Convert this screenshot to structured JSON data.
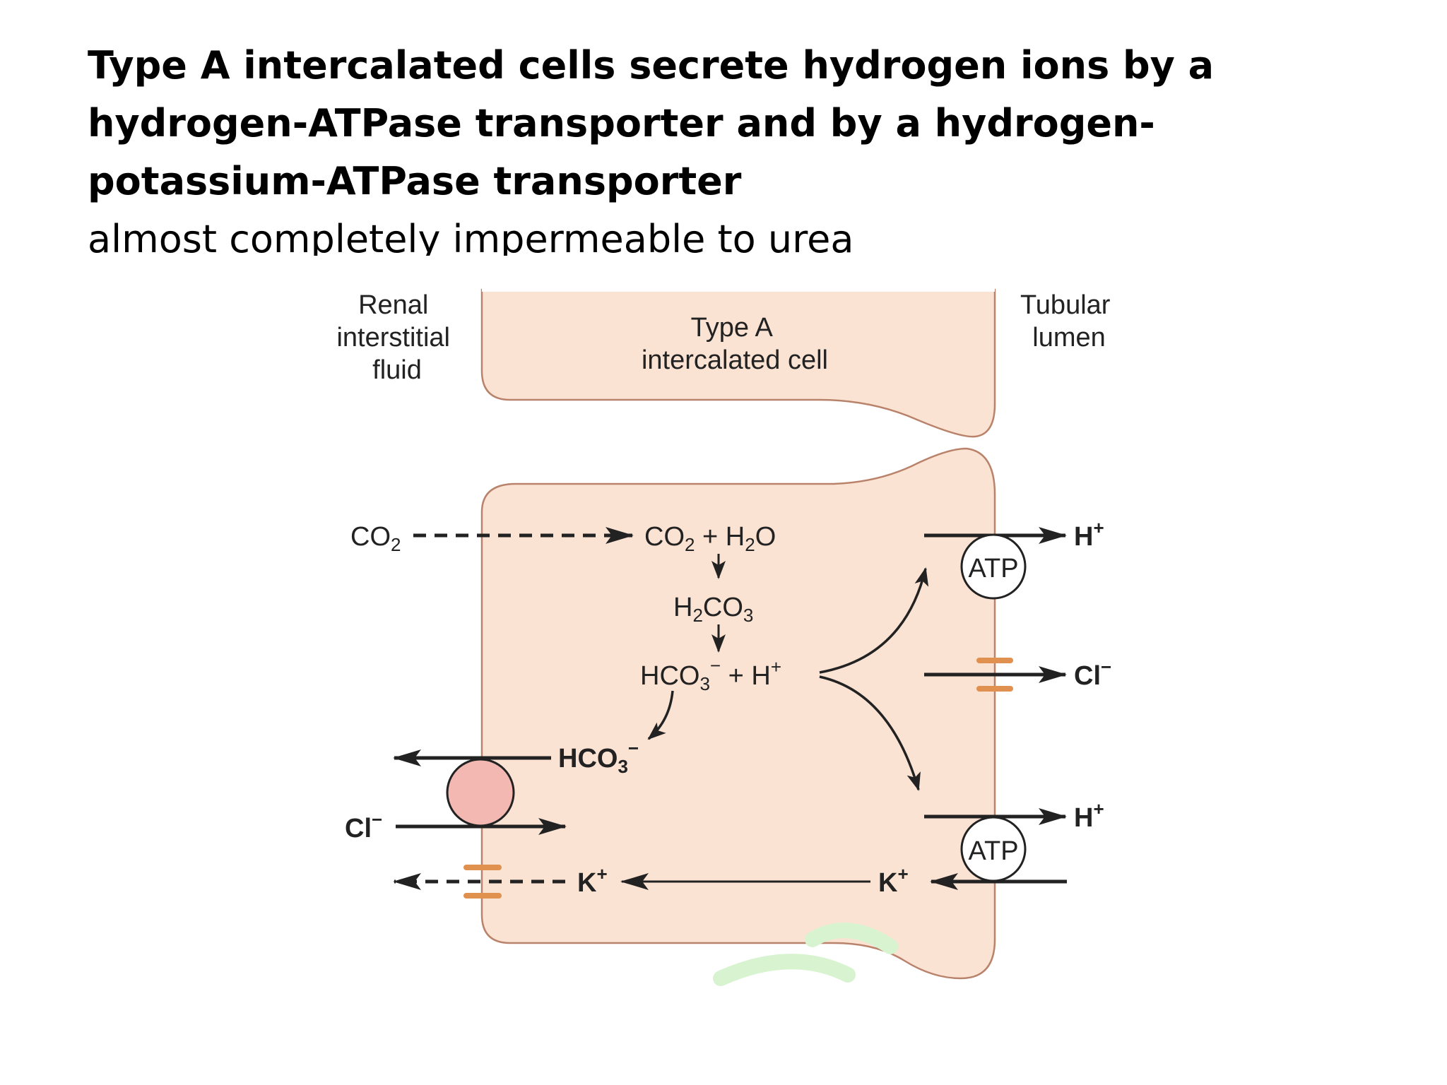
{
  "slide": {
    "title": "Type A intercalated cells secrete hydrogen ions by a hydrogen-ATPase transporter and by a hydrogen-potassium-ATPase transporter",
    "subtitle": "almost completely impermeable to urea"
  },
  "diagram": {
    "region_left": "Renal interstitial fluid",
    "region_left_lines": [
      "Renal",
      "interstitial",
      "fluid"
    ],
    "region_top": "Type A intercalated cell",
    "region_top_lines": [
      "Type A",
      "intercalated cell"
    ],
    "region_right": "Tubular lumen",
    "region_right_lines": [
      "Tubular",
      "lumen"
    ],
    "co2_outside": {
      "base": "CO",
      "sub": "2"
    },
    "reaction_1": {
      "a": "CO",
      "a_sub": "2",
      "plus": " + H",
      "b_sub": "2",
      "b": "O"
    },
    "reaction_2": {
      "a": "H",
      "a_sub": "2",
      "b": "CO",
      "b_sub": "3"
    },
    "reaction_3": {
      "a": "HCO",
      "a_sub": "3",
      "a_sup": "−",
      "plus": " + H",
      "sup": "+"
    },
    "bicarbonate": {
      "base": "HCO",
      "sub": "3",
      "sup": "−"
    },
    "chloride_left": {
      "base": "Cl",
      "sup": "−"
    },
    "potassium_inner": {
      "base": "K",
      "sup": "+"
    },
    "potassium_lumen": {
      "base": "K",
      "sup": "+"
    },
    "atp_top": "ATP",
    "atp_bottom": "ATP",
    "lumen_h_top": {
      "base": "H",
      "sup": "+"
    },
    "lumen_cl": {
      "base": "Cl",
      "sup": "−"
    },
    "lumen_h_bottom": {
      "base": "H",
      "sup": "+"
    },
    "colors": {
      "cell_fill": "#fbe3d4",
      "cell_outline": "#b9826a",
      "exchanger_fill": "#f4b8b3",
      "channel": "#e1914f",
      "arrow": "#222222"
    }
  }
}
